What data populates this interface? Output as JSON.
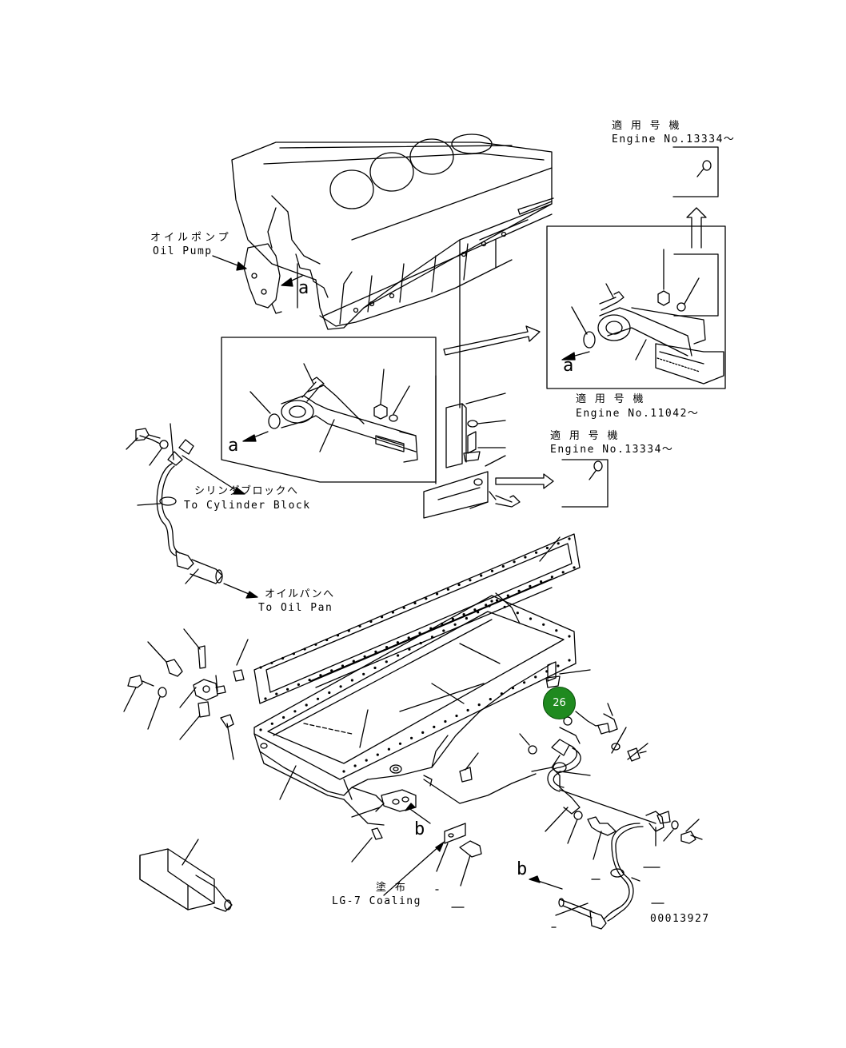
{
  "diagram": {
    "labels": {
      "oil_pump_jp": "オイルポンプ",
      "oil_pump_en": "Oil Pump",
      "to_cylinder_block_jp": "シリンダブロックへ",
      "to_cylinder_block_en": "To Cylinder Block",
      "to_oil_pan_jp": "オイルパンへ",
      "to_oil_pan_en": "To Oil Pan",
      "applicable_top_jp": "適 用 号 機",
      "applicable_top_en": "Engine No.13334～",
      "applicable_mid_jp": "適 用 号 機",
      "applicable_mid_en": "Engine No.11042～",
      "applicable_low_jp": "適 用 号 機",
      "applicable_low_en": "Engine No.13334～",
      "coating_jp": "塗 布",
      "coating_en": "LG-7 Coaling",
      "marker_a1": "a",
      "marker_a2": "a",
      "marker_a3": "a",
      "marker_b1": "b",
      "marker_b2": "b",
      "drawing_number": "00013927"
    },
    "callout": {
      "number": "26",
      "color": "#1f8a1f"
    }
  }
}
